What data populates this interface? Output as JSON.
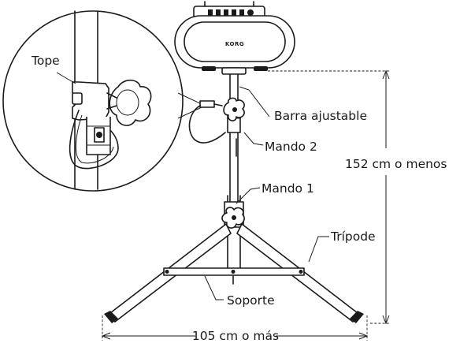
{
  "labels": {
    "tope": "Tope",
    "barra_ajustable": "Barra ajustable",
    "mando_2": "Mando 2",
    "mando_1": "Mando 1",
    "altura": "152 cm o menos",
    "tripode": "Trípode",
    "soporte": "Soporte",
    "ancho": "105 cm o más"
  },
  "device": {
    "logo": "KORG"
  }
}
